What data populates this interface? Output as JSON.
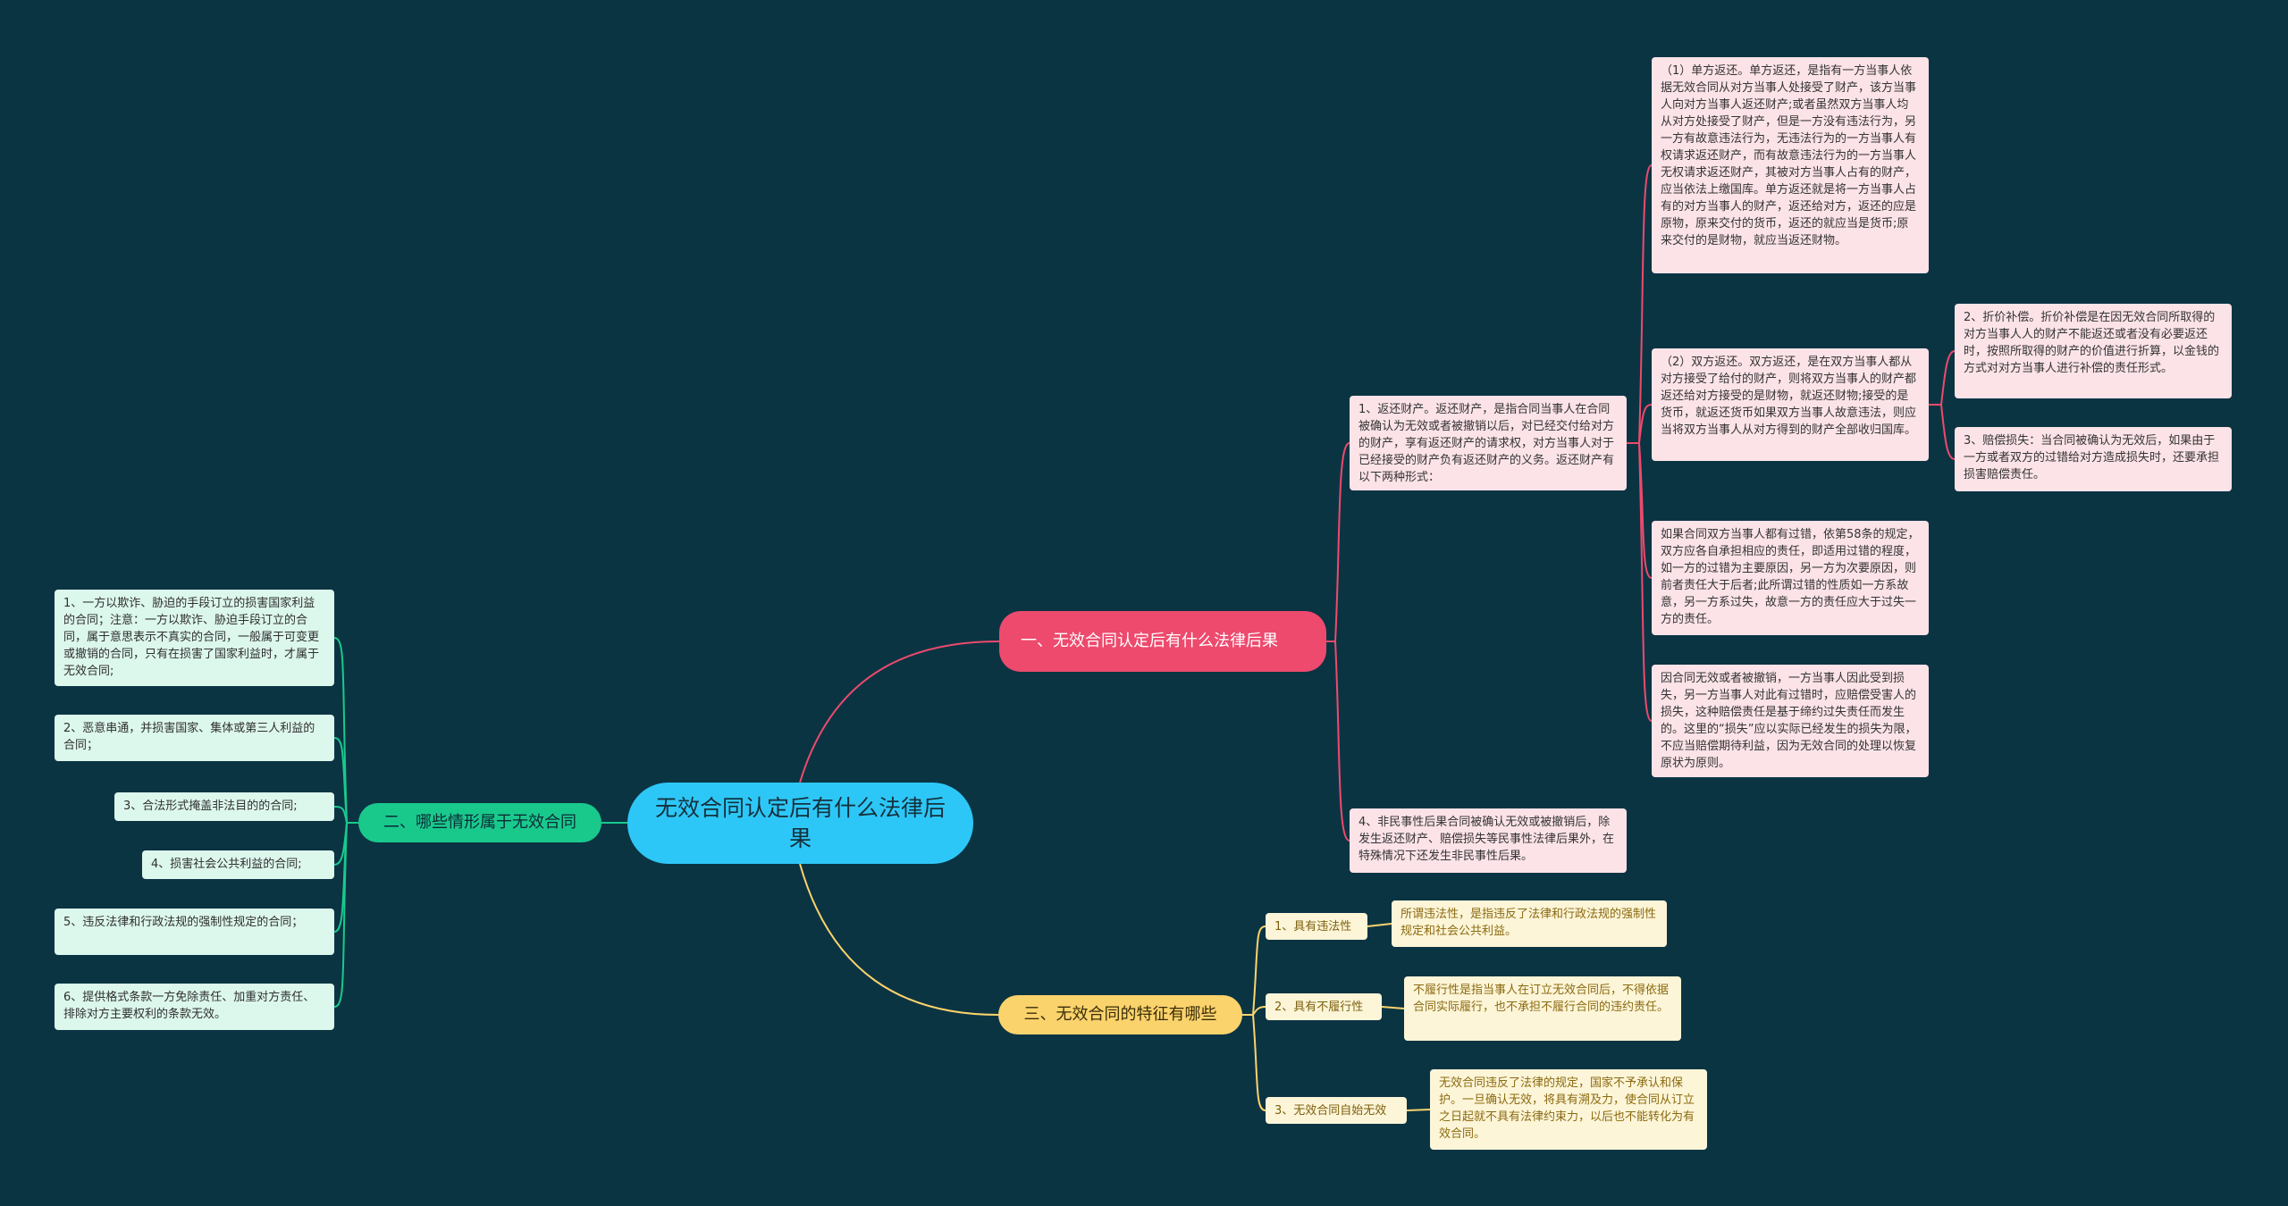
{
  "root": {
    "text": "无效合同认定后有什么法律后果"
  },
  "branches": {
    "b1": {
      "text": "一、无效合同认定后有什么法律后果"
    },
    "b2": {
      "text": "二、哪些情形属于无效合同"
    },
    "b3": {
      "text": "三、无效合同的特征有哪些"
    }
  },
  "pink": {
    "p5": "1、返还财产。返还财产，是指合同当事人在合同被确认为无效或者被撤销以后，对已经交付给对方的财产，享有返还财产的请求权，对方当事人对于已经接受的财产负有返还财产的义务。返还财产有以下两种形式：",
    "p1": "（1）单方返还。单方返还，是指有一方当事人依据无效合同从对方当事人处接受了财产，该方当事人向对方当事人返还财产;或者虽然双方当事人均从对方处接受了财产，但是一方没有违法行为，另一方有故意违法行为，无违法行为的一方当事人有权请求返还财产，而有故意违法行为的一方当事人无权请求返还财产，其被对方当事人占有的财产，应当依法上缴国库。单方返还就是将一方当事人占有的对方当事人的财产，返还给对方，返还的应是原物，原来交付的货币，返还的就应当是货币;原来交付的是财物，就应当返还财物。",
    "p2": "（2）双方返还。双方返还，是在双方当事人都从对方接受了给付的财产，则将双方当事人的财产都返还给对方接受的是财物，就返还财物;接受的是货币，就返还货币如果双方当事人故意违法，则应当将双方当事人从对方得到的财产全部收归国库。",
    "p2a": "2、折价补偿。折价补偿是在因无效合同所取得的对方当事人人的财产不能返还或者没有必要返还时，按照所取得的财产的价值进行折算，以金钱的方式对对方当事人进行补偿的责任形式。",
    "p2b": "3、赔偿损失：当合同被确认为无效后，如果由于一方或者双方的过错给对方造成损失时，还要承担损害赔偿责任。",
    "p3": "如果合同双方当事人都有过错，依第58条的规定，双方应各自承担相应的责任，即适用过错的程度，如一方的过错为主要原因，另一方为次要原因，则前者责任大于后者;此所谓过错的性质如一方系故意，另一方系过失，故意一方的责任应大于过失一方的责任。",
    "p4": "因合同无效或者被撤销，一方当事人因此受到损失，另一方当事人对此有过错时，应赔偿受害人的损失，这种赔偿责任是基于缔约过失责任而发生的。这里的“损失”应以实际已经发生的损失为限，不应当赔偿期待利益，因为无效合同的处理以恢复原状为原则。",
    "p6": "4、非民事性后果合同被确认无效或被撤销后，除发生返还财产、赔偿损失等民事性法律后果外，在特殊情况下还发生非民事性后果。"
  },
  "green": {
    "g1": "1、一方以欺诈、胁迫的手段订立的损害国家利益的合同；注意：一方以欺诈、胁迫手段订立的合同，属于意思表示不真实的合同，一般属于可变更或撤销的合同，只有在损害了国家利益时，才属于无效合同;",
    "g2": "2、恶意串通，并损害国家、集体或第三人利益的合同；",
    "g3": "3、合法形式掩盖非法目的的合同;",
    "g4": "4、损害社会公共利益的合同;",
    "g5": "5、违反法律和行政法规的强制性规定的合同；",
    "g6": "6、提供格式条款一方免除责任、加重对方责任、排除对方主要权利的条款无效。"
  },
  "yellow": {
    "yl1": "1、具有违法性",
    "y1": "所谓违法性，是指违反了法律和行政法规的强制性规定和社会公共利益。",
    "yl2": "2、具有不履行性",
    "y2": "不履行性是指当事人在订立无效合同后，不得依据合同实际履行，也不承担不履行合同的违约责任。",
    "yl3": "3、无效合同自始无效",
    "y3": "无效合同违反了法律的规定，国家不予承认和保护。一旦确认无效，将具有溯及力，使合同从订立之日起就不具有法律约束力，以后也不能转化为有效合同。"
  },
  "colors": {
    "background": "#0b3443",
    "root": "#2dc7f7",
    "pink_branch": "#ed4a6d",
    "green_branch": "#19c98c",
    "yellow_branch": "#fbd36c"
  }
}
